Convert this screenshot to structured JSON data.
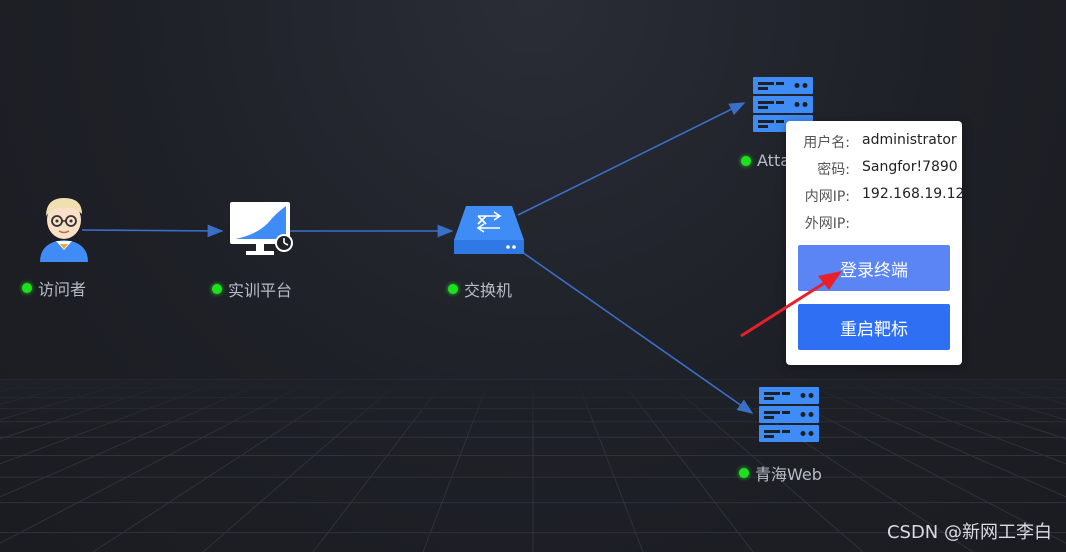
{
  "nodes": [
    {
      "id": "visitor",
      "label": "访问者"
    },
    {
      "id": "platform",
      "label": "实训平台"
    },
    {
      "id": "switch",
      "label": "交换机"
    },
    {
      "id": "attacker",
      "label": "Atta"
    },
    {
      "id": "web",
      "label": "青海Web"
    }
  ],
  "popup": {
    "username_key": "用户名:",
    "username_val": "administrator",
    "password_key": "密码:",
    "password_val": "Sangfor!7890",
    "intranet_key": "内网IP:",
    "intranet_val": "192.168.19.12",
    "extranet_key": "外网IP:",
    "extranet_val": "",
    "login_label": "登录终端",
    "restart_label": "重启靶标"
  },
  "watermark": "CSDN @新网工李白",
  "colors": {
    "accent": "#3f8cf6",
    "status_online": "#1fe01f",
    "link": "#3a6fc8",
    "annotation": "#e8202a"
  }
}
